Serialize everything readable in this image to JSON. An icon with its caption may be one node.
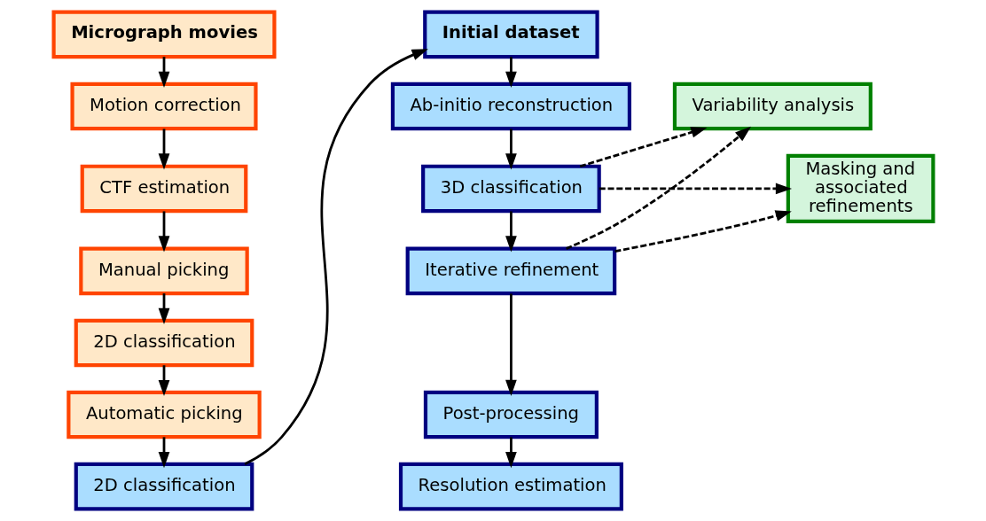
{
  "diagram": {
    "nodes": [
      {
        "text": [
          "Micrograph movies"
        ]
      },
      {
        "text": [
          "Motion correction"
        ]
      },
      {
        "text": [
          "CTF estimation"
        ]
      },
      {
        "text": [
          "Manual picking"
        ]
      },
      {
        "text": [
          "2D classification"
        ]
      },
      {
        "text": [
          "Automatic picking"
        ]
      },
      {
        "text": [
          "2D classification"
        ]
      },
      {
        "text": [
          "Initial dataset"
        ]
      },
      {
        "text": [
          "Ab-initio reconstruction"
        ]
      },
      {
        "text": [
          "3D classification"
        ]
      },
      {
        "text": [
          "Iterative refinement"
        ]
      },
      {
        "text": [
          "Post-processing"
        ]
      },
      {
        "text": [
          "Resolution estimation"
        ]
      },
      {
        "text": [
          "Variability analysis"
        ]
      },
      {
        "text": [
          "Masking and associated refinements"
        ]
      }
    ],
    "edges": [
      {
        "from": 0,
        "to": 1,
        "arrow": "to"
      },
      {
        "from": 1,
        "to": 2,
        "arrow": "to"
      },
      {
        "from": 2,
        "to": 3,
        "arrow": "to"
      },
      {
        "from": 3,
        "to": 4,
        "arrow": "to"
      },
      {
        "from": 4,
        "to": 5,
        "arrow": "to"
      },
      {
        "from": 5,
        "to": 6,
        "arrow": "to"
      },
      {
        "from": 6,
        "to": 7,
        "arrow": "to"
      },
      {
        "from": 7,
        "to": 8,
        "arrow": "to"
      },
      {
        "from": 8,
        "to": 9,
        "arrow": "to"
      },
      {
        "from": 9,
        "to": 10,
        "arrow": "to"
      },
      {
        "from": 10,
        "to": 11,
        "arrow": "to"
      },
      {
        "from": 11,
        "to": 12,
        "arrow": "to"
      },
      {
        "from": 9,
        "to": 13,
        "arrow": "to",
        "style": "dashed"
      },
      {
        "from": 10,
        "to": 13,
        "arrow": "to",
        "style": "dashed"
      },
      {
        "from": 9,
        "to": 14,
        "arrow": "to",
        "style": "dashed"
      },
      {
        "from": 10,
        "to": 14,
        "arrow": "to",
        "style": "dashed"
      }
    ]
  }
}
